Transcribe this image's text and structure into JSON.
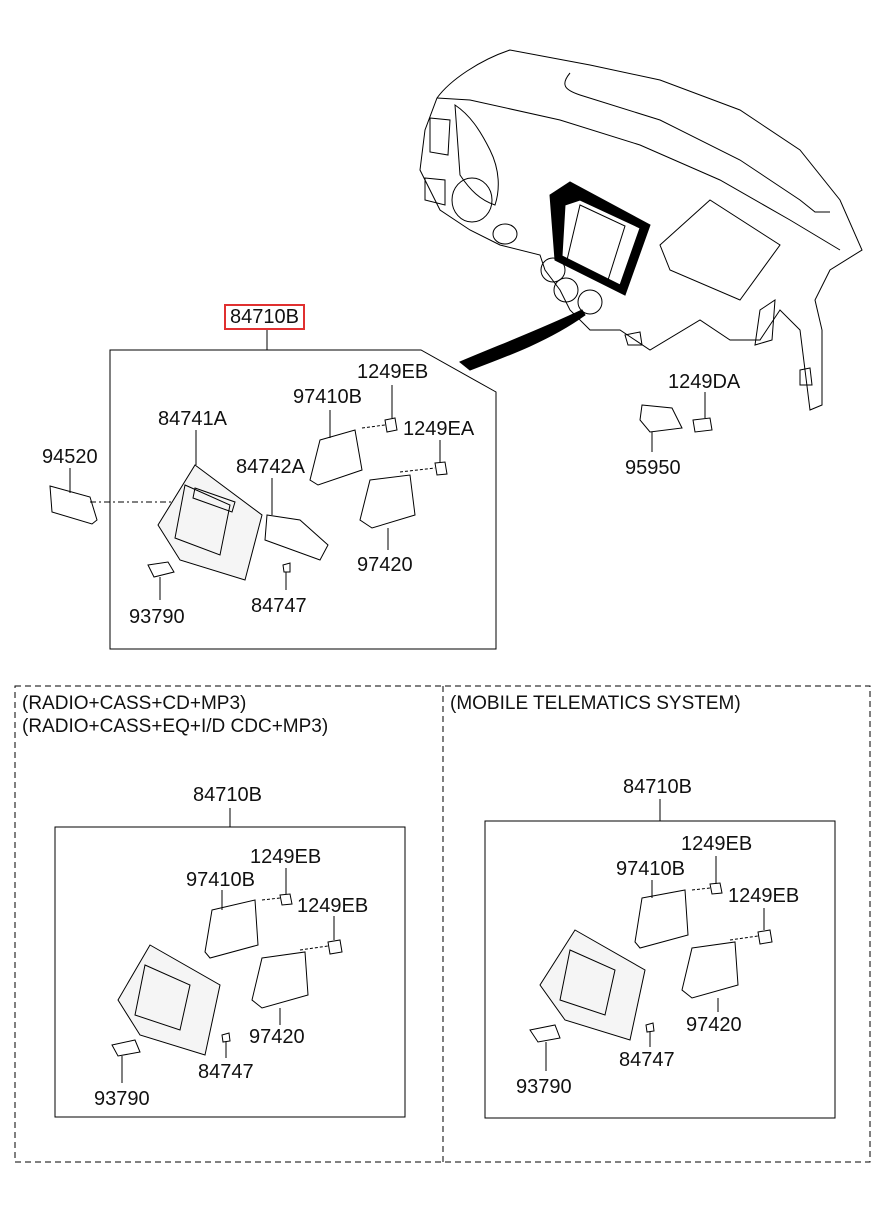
{
  "highlight_color": "#e03030",
  "main": {
    "assembly": "84710B",
    "parts": {
      "p94520": "94520",
      "p84741A": "84741A",
      "p84742A": "84742A",
      "p97410B": "97410B",
      "p1249EB": "1249EB",
      "p1249EA": "1249EA",
      "p97420": "97420",
      "p93790": "93790",
      "p84747": "84747",
      "p1249DA": "1249DA",
      "p95950": "95950"
    }
  },
  "variant_left": {
    "captions": [
      "(RADIO+CASS+CD+MP3)",
      "(RADIO+CASS+EQ+I/D CDC+MP3)"
    ],
    "assembly": "84710B",
    "parts": {
      "p1249EB_a": "1249EB",
      "p97410B": "97410B",
      "p1249EB_b": "1249EB",
      "p97420": "97420",
      "p84747": "84747",
      "p93790": "93790"
    }
  },
  "variant_right": {
    "caption": "(MOBILE TELEMATICS SYSTEM)",
    "assembly": "84710B",
    "parts": {
      "p1249EB_a": "1249EB",
      "p97410B": "97410B",
      "p1249EB_b": "1249EB",
      "p97420": "97420",
      "p84747": "84747",
      "p93790": "93790"
    }
  }
}
